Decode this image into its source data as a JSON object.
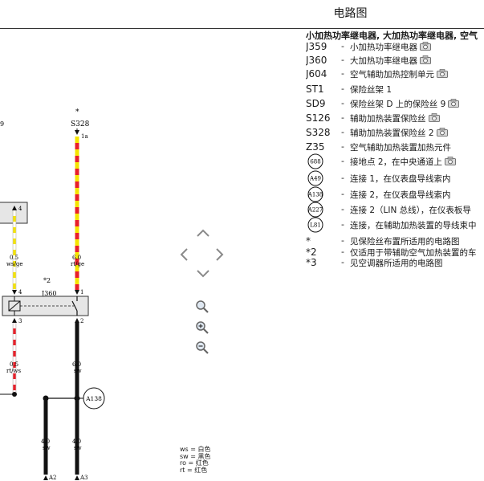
{
  "title": "电路图",
  "legend": {
    "heading": "小加热功率继电器, 大加热功率继电器, 空气",
    "rows": [
      {
        "code": "J359",
        "desc": "小加热功率继电器",
        "camera": true
      },
      {
        "code": "J360",
        "desc": "大加热功率继电器",
        "camera": true
      },
      {
        "code": "J604",
        "desc": "空气辅助加热控制单元",
        "camera": true
      },
      {
        "code": "ST1",
        "desc": "保险丝架 1",
        "camera": false
      },
      {
        "code": "SD9",
        "desc": "保险丝架 D 上的保险丝 9",
        "camera": true
      },
      {
        "code": "S126",
        "desc": "辅助加热装置保险丝",
        "camera": true
      },
      {
        "code": "S328",
        "desc": "辅助加热装置保险丝 2",
        "camera": true
      },
      {
        "code": "Z35",
        "desc": "空气辅助加热装置加热元件",
        "camera": false
      },
      {
        "code": "688",
        "desc": "接地点 2，在中央通道上",
        "camera": true,
        "circle": true
      },
      {
        "code": "A49",
        "desc": "连接 1，在仪表盘导线索内",
        "camera": false,
        "circle": true
      },
      {
        "code": "A138",
        "desc": "连接 2，在仪表盘导线索内",
        "camera": false,
        "circle": true
      },
      {
        "code": "A227",
        "desc": "连接 2（LIN 总线），在仪表板导",
        "camera": false,
        "circle": true
      },
      {
        "code": "L81",
        "desc": "连接，在辅助加热装置的导线束中",
        "camera": false,
        "circle": true
      },
      {
        "code": "*",
        "desc": "见保险丝布置所适用的电路图",
        "camera": false
      },
      {
        "code": "*2",
        "desc": "仅适用于带辅助空气加热装置的车",
        "camera": false
      },
      {
        "code": "*3",
        "desc": "见空调器所适用的电路图",
        "camera": false
      }
    ]
  },
  "diagram": {
    "star": "*",
    "star2": "*2",
    "left_label": "9",
    "fuse": "S328",
    "pin_1a": "1a",
    "pin_4a": "4",
    "pin_4b": "4",
    "pin_1": "1",
    "pin_3": "3",
    "pin_2": "2",
    "relay": "J360",
    "wire1_size": "0.5",
    "wire1_color": "ws/ge",
    "wire2_size": "6.0",
    "wire2_color": "rt/ge",
    "wire3_size": "0.5",
    "wire3_color": "rt/ws",
    "wire4_size": "6.0",
    "wire4_color": "sw",
    "wire5_size": "4.0",
    "wire5_color": "sw",
    "wire6_size": "4.0",
    "wire6_color": "sw",
    "conn_a138": "A138",
    "conn_a2": "A2",
    "conn_a3": "A3"
  },
  "color_codes": [
    "ws = 白色",
    "sw = 黑色",
    "ro = 红色",
    "rt = 红色"
  ],
  "colors": {
    "red": "#e8202a",
    "yellow": "#f5e400",
    "black": "#111111"
  }
}
